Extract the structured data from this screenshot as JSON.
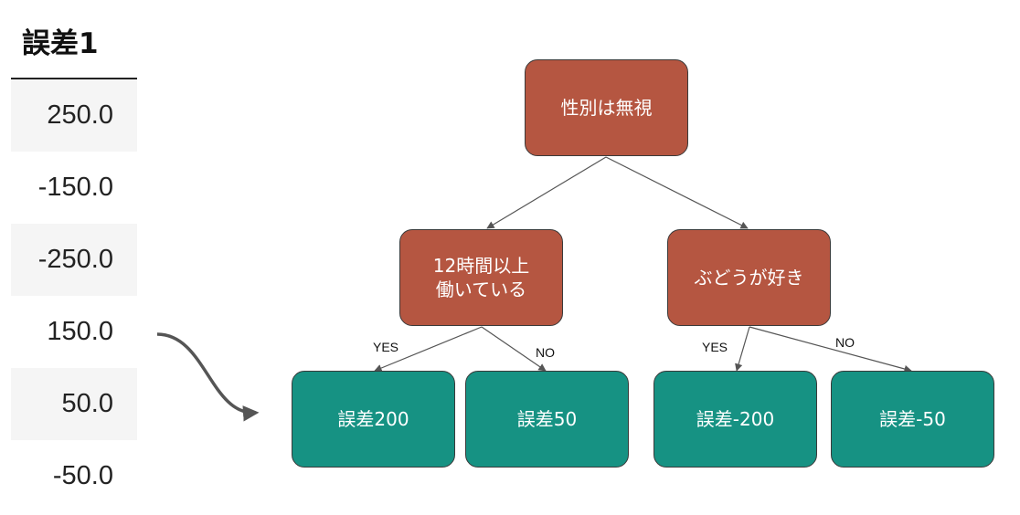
{
  "table": {
    "header": "誤差1",
    "rows": [
      "250.0",
      "-150.0",
      "-250.0",
      "150.0",
      "50.0",
      "-50.0"
    ]
  },
  "tree": {
    "root": "性別は無視",
    "left": "12時間以上\n働いている",
    "right": "ぶどうが好き",
    "leaves": [
      "誤差200",
      "誤差50",
      "誤差-200",
      "誤差-50"
    ],
    "edge_labels": {
      "left_yes": "YES",
      "left_no": "NO",
      "right_yes": "YES",
      "right_no": "NO"
    }
  },
  "colors": {
    "decision_node": "#b55641",
    "leaf_node": "#169283",
    "edge": "#555555",
    "curve_arrow": "#555555"
  }
}
